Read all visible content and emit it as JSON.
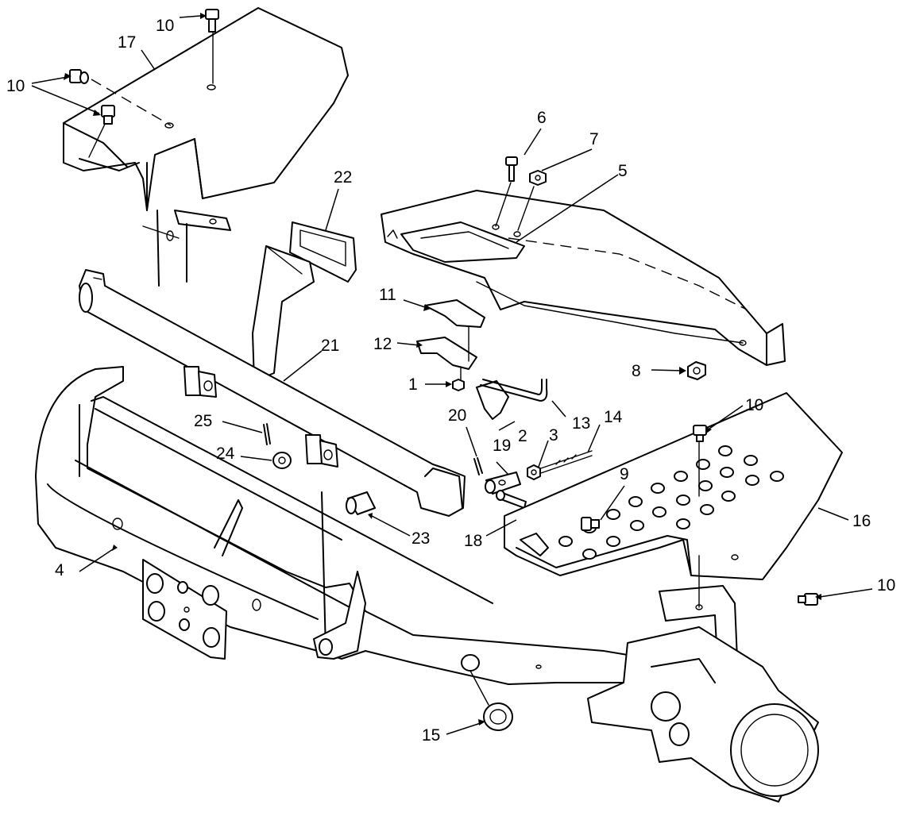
{
  "diagram": {
    "callouts": [
      {
        "id": "c10a",
        "label": "10"
      },
      {
        "id": "c17",
        "label": "17"
      },
      {
        "id": "c10b",
        "label": "10"
      },
      {
        "id": "c22",
        "label": "22"
      },
      {
        "id": "c6",
        "label": "6"
      },
      {
        "id": "c7",
        "label": "7"
      },
      {
        "id": "c5",
        "label": "5"
      },
      {
        "id": "c11",
        "label": "11"
      },
      {
        "id": "c12",
        "label": "12"
      },
      {
        "id": "c21",
        "label": "21"
      },
      {
        "id": "c8",
        "label": "8"
      },
      {
        "id": "c1",
        "label": "1"
      },
      {
        "id": "c13",
        "label": "13"
      },
      {
        "id": "c14",
        "label": "14"
      },
      {
        "id": "c10c",
        "label": "10"
      },
      {
        "id": "c2",
        "label": "2"
      },
      {
        "id": "c3",
        "label": "3"
      },
      {
        "id": "c20",
        "label": "20"
      },
      {
        "id": "c19",
        "label": "19"
      },
      {
        "id": "c25",
        "label": "25"
      },
      {
        "id": "c24",
        "label": "24"
      },
      {
        "id": "c9",
        "label": "9"
      },
      {
        "id": "c16",
        "label": "16"
      },
      {
        "id": "c23",
        "label": "23"
      },
      {
        "id": "c18",
        "label": "18"
      },
      {
        "id": "c4",
        "label": "4"
      },
      {
        "id": "c10d",
        "label": "10"
      },
      {
        "id": "c15",
        "label": "15"
      }
    ]
  }
}
